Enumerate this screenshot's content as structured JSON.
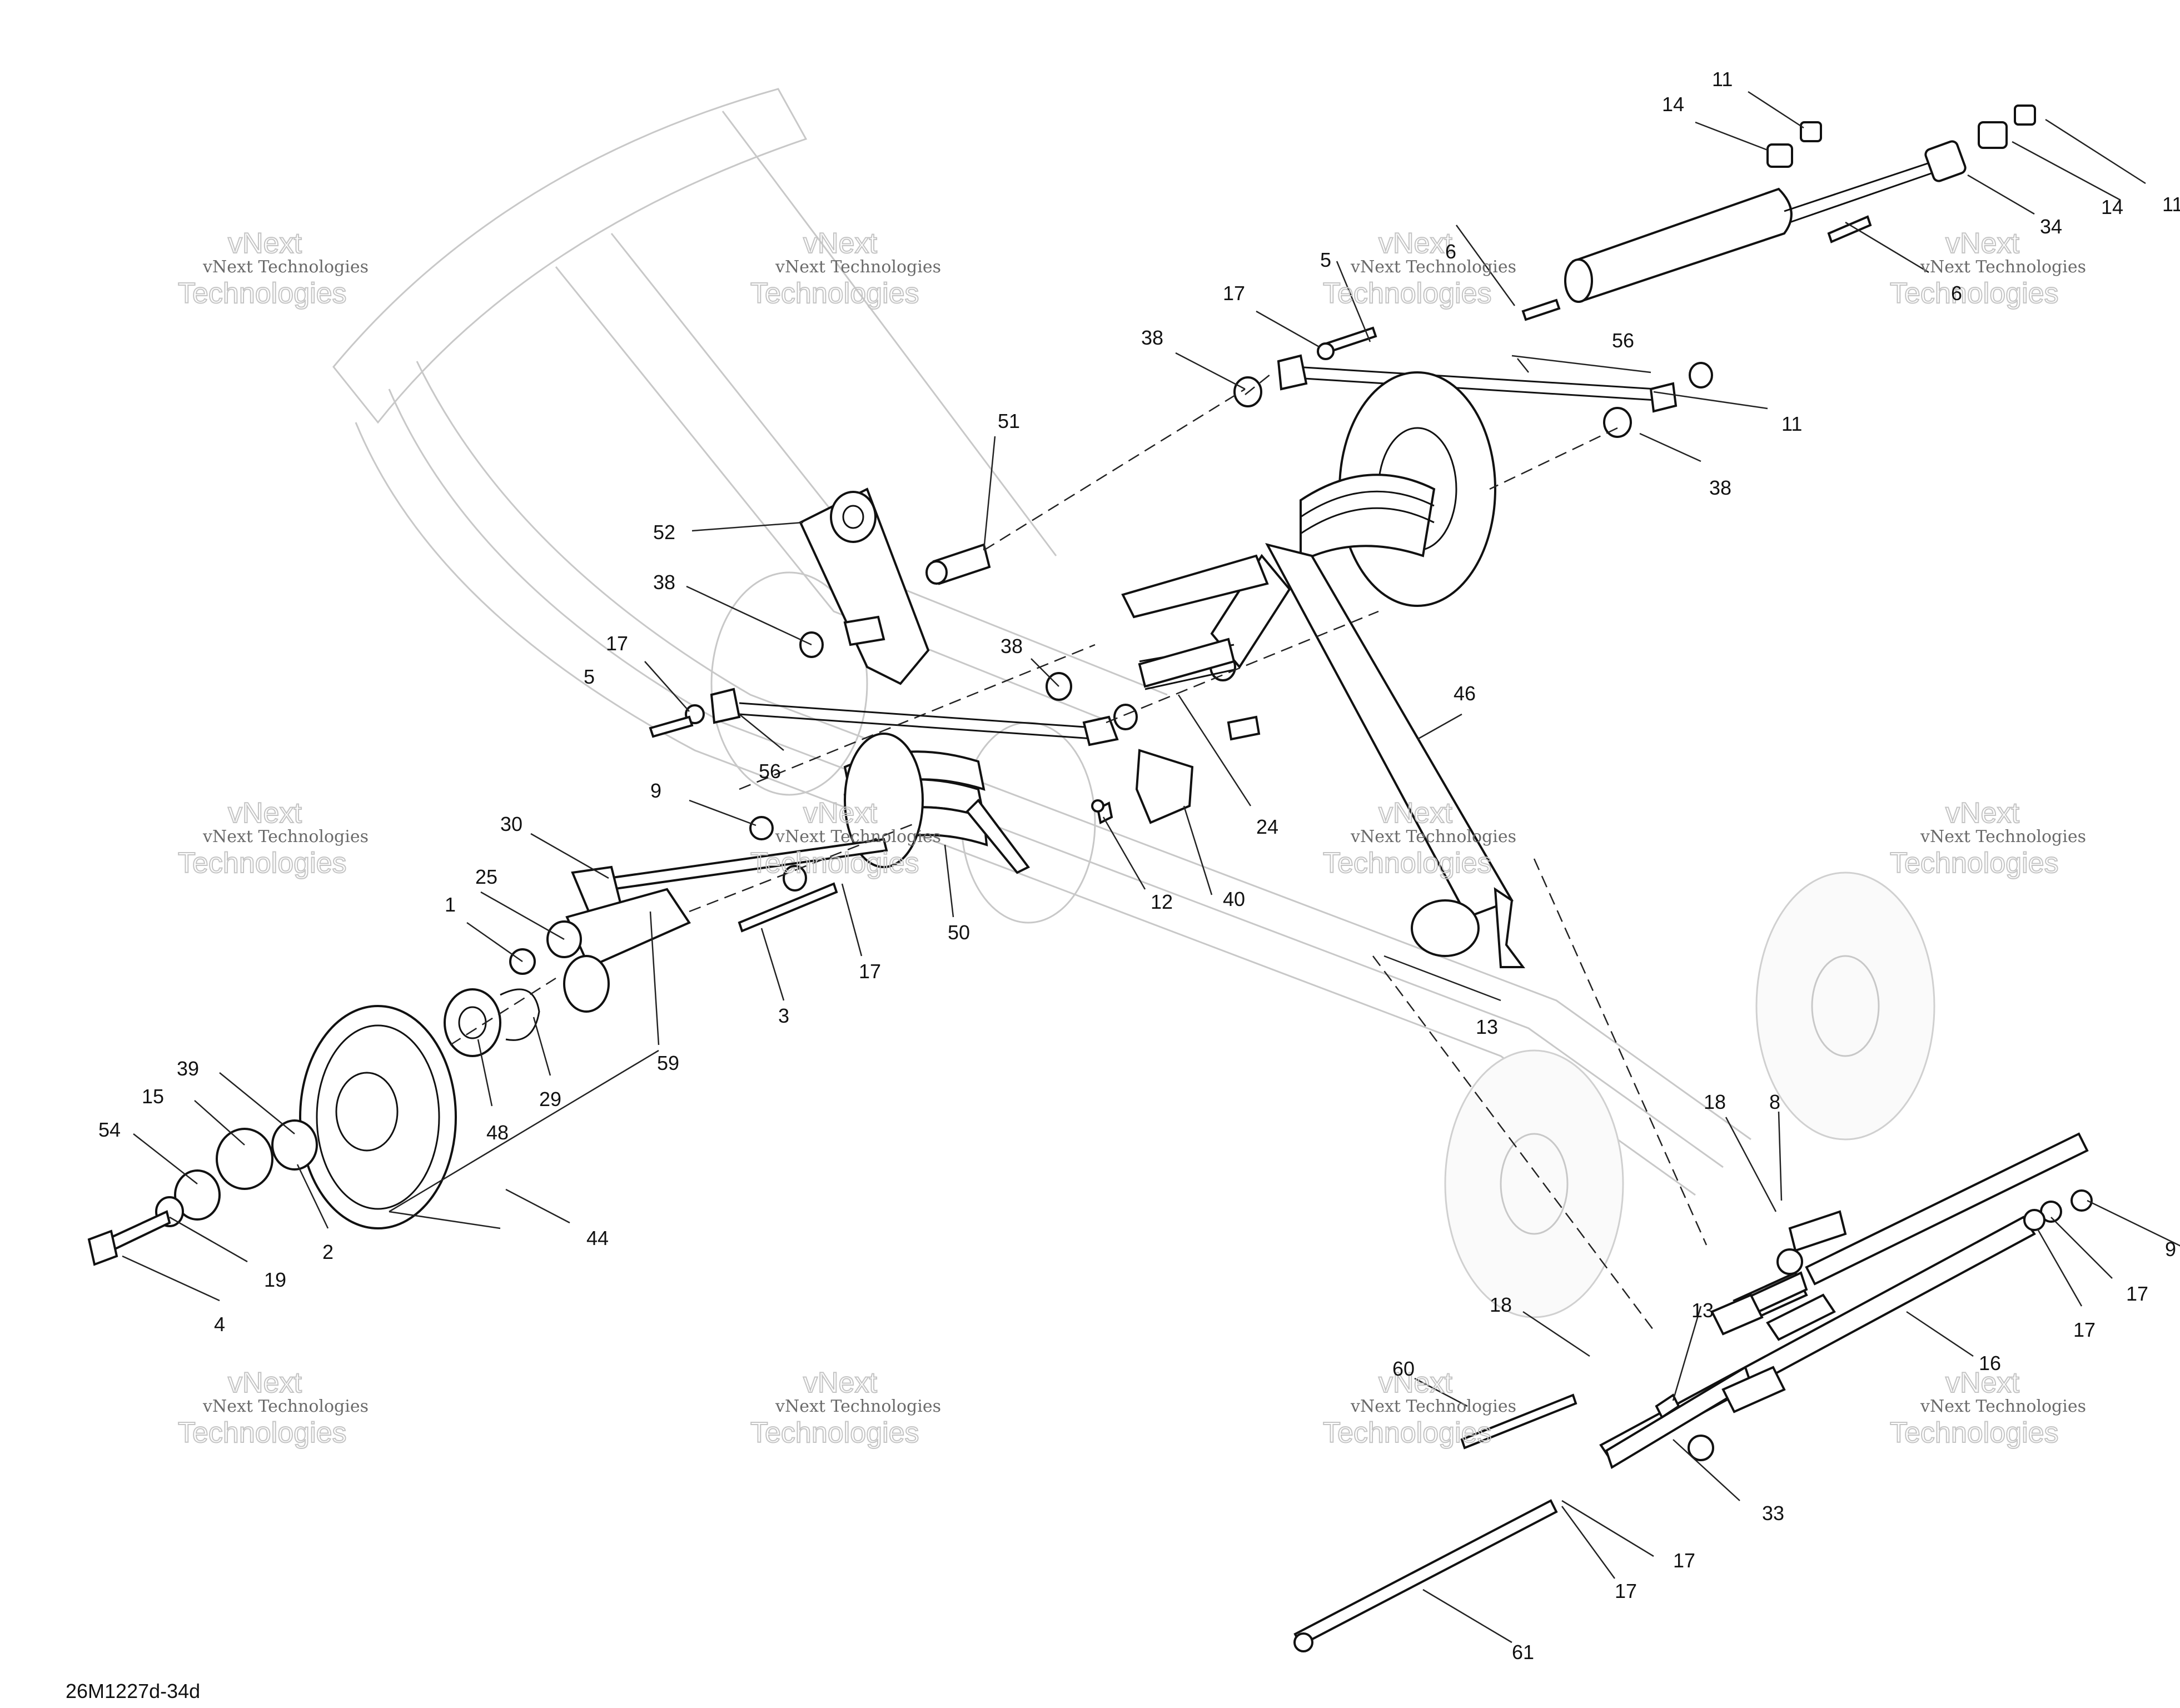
{
  "drawing_code": "26M1227d-34d",
  "watermark": {
    "small_text": "vNext Technologies",
    "big_line1": "vNext",
    "big_line2": "Technologies"
  },
  "callouts": [
    {
      "label": "11"
    },
    {
      "label": "14"
    },
    {
      "label": "14"
    },
    {
      "label": "11"
    },
    {
      "label": "34"
    },
    {
      "label": "6"
    },
    {
      "label": "6"
    },
    {
      "label": "5"
    },
    {
      "label": "17"
    },
    {
      "label": "38"
    },
    {
      "label": "56"
    },
    {
      "label": "11"
    },
    {
      "label": "38"
    },
    {
      "label": "51"
    },
    {
      "label": "52"
    },
    {
      "label": "38"
    },
    {
      "label": "38"
    },
    {
      "label": "17"
    },
    {
      "label": "5"
    },
    {
      "label": "46"
    },
    {
      "label": "56"
    },
    {
      "label": "24"
    },
    {
      "label": "9"
    },
    {
      "label": "30"
    },
    {
      "label": "25"
    },
    {
      "label": "1"
    },
    {
      "label": "12"
    },
    {
      "label": "40"
    },
    {
      "label": "50"
    },
    {
      "label": "17"
    },
    {
      "label": "3"
    },
    {
      "label": "13"
    },
    {
      "label": "59"
    },
    {
      "label": "39"
    },
    {
      "label": "15"
    },
    {
      "label": "48"
    },
    {
      "label": "29"
    },
    {
      "label": "54"
    },
    {
      "label": "2"
    },
    {
      "label": "44"
    },
    {
      "label": "19"
    },
    {
      "label": "4"
    },
    {
      "label": "18"
    },
    {
      "label": "8"
    },
    {
      "label": "9"
    },
    {
      "label": "17"
    },
    {
      "label": "17"
    },
    {
      "label": "18"
    },
    {
      "label": "13"
    },
    {
      "label": "16"
    },
    {
      "label": "60"
    },
    {
      "label": "33"
    },
    {
      "label": "17"
    },
    {
      "label": "17"
    },
    {
      "label": "61"
    }
  ]
}
